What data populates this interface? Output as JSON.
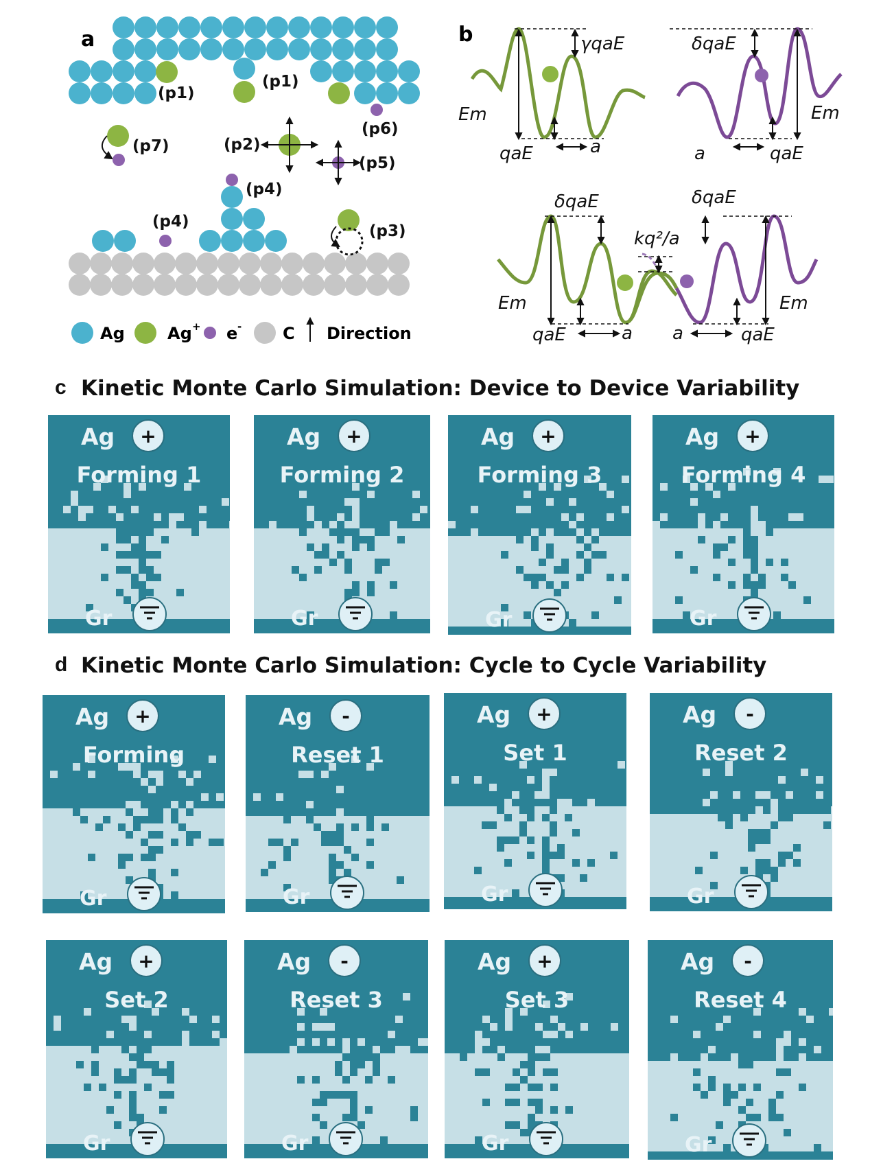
{
  "panel_a": {
    "letter": "a",
    "labels": {
      "p1": "(p1)",
      "p2": "(p2)",
      "p3": "(p3)",
      "p4": "(p4)",
      "p5": "(p5)",
      "p6": "(p6)",
      "p7": "(p7)"
    },
    "legend": {
      "ag": "Ag",
      "ag_plus": "Ag",
      "ag_plus_sup": "+",
      "e": "e",
      "e_sup": "-",
      "c": "C",
      "direction": "Direction"
    }
  },
  "panel_b": {
    "letter": "b",
    "gamma": "γqaE",
    "delta": "δqaE",
    "em": "Em",
    "qae": "qaE",
    "a": "a",
    "kq": "kq²/a"
  },
  "panel_c": {
    "letter": "c",
    "title": "Kinetic Monte Carlo Simulation: Device to Device Variability",
    "tiles": [
      {
        "ag": "Ag",
        "sign": "+",
        "label": "Forming 1",
        "gr": "Gr"
      },
      {
        "ag": "Ag",
        "sign": "+",
        "label": "Forming 2",
        "gr": "Gr"
      },
      {
        "ag": "Ag",
        "sign": "+",
        "label": "Forming 3",
        "gr": "Gr"
      },
      {
        "ag": "Ag",
        "sign": "+",
        "label": "Forming 4",
        "gr": "Gr"
      }
    ]
  },
  "panel_d": {
    "letter": "d",
    "title": "Kinetic Monte Carlo Simulation: Cycle to Cycle Variability",
    "tiles": [
      {
        "ag": "Ag",
        "sign": "+",
        "label": "Forming",
        "gr": "Gr"
      },
      {
        "ag": "Ag",
        "sign": "-",
        "label": "Reset  1",
        "gr": "Gr"
      },
      {
        "ag": "Ag",
        "sign": "+",
        "label": "Set  1",
        "gr": "Gr"
      },
      {
        "ag": "Ag",
        "sign": "-",
        "label": "Reset  2",
        "gr": "Gr"
      },
      {
        "ag": "Ag",
        "sign": "+",
        "label": "Set 2",
        "gr": "Gr"
      },
      {
        "ag": "Ag",
        "sign": "-",
        "label": "Reset 3",
        "gr": "Gr"
      },
      {
        "ag": "Ag",
        "sign": "+",
        "label": "Set 3",
        "gr": "Gr"
      },
      {
        "ag": "Ag",
        "sign": "-",
        "label": "Reset 4",
        "gr": "Gr"
      }
    ]
  },
  "colors": {
    "ag": "#4bb2ce",
    "ag_ion": "#8db543",
    "electron": "#8d62ad",
    "carbon": "#c6c6c6",
    "tile_dark": "#2b8296",
    "tile_light": "#c6dfe6",
    "curve_green": "#76983a",
    "curve_purple": "#7c4a96"
  }
}
